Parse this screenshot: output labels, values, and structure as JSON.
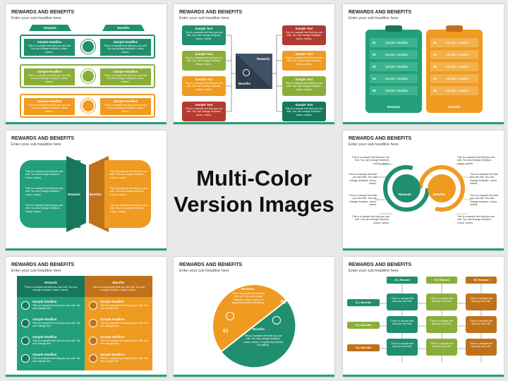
{
  "slide_title": "REWARDS AND BENEFITS",
  "slide_subtitle": "Enter your sub headline here",
  "center_caption": {
    "line1": "Multi-Color",
    "line2": "Version Images"
  },
  "labels": {
    "rewards": "Rewards",
    "benefits": "Benefits",
    "sample_headline": "Sample Headline",
    "sample_text_title": "Sample Text",
    "sample_text_short": "This is a sample text that you can edit. You can change font(size, colour, name).",
    "sample_text_long": "This is a sample text that you can edit. You can change font(size, colour, name).",
    "sample_text_format": "This is a sample text that you can edit. You can change font(size, colour, name), or apply any desired formatting.",
    "sample_text_edit": "This is a sample text that you can edit.",
    "sample_text_font": "This is a sample text that you can edit. You can change font.",
    "sample_text_you_can_edit": "This is a sample text that you can edit."
  },
  "list_numbers": [
    "01",
    "02",
    "03",
    "04",
    "05"
  ],
  "num_02": "02",
  "num_01": "01",
  "grid_rewards": [
    "01 | Reward",
    "02 | Reward",
    "03 | Reward"
  ],
  "grid_benefits": [
    "01 | Benefits",
    "02 | Benefits",
    "03 | Benefits"
  ],
  "colors": {
    "teal": "#1f8f6f",
    "olive": "#8aae3a",
    "orange": "#ef9b21",
    "red": "#b33a2f",
    "accent_border": "#23a07b"
  }
}
